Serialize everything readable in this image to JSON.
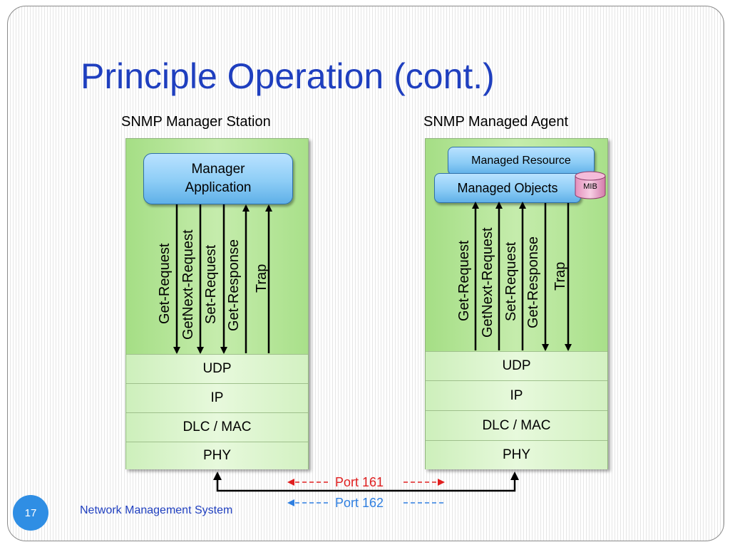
{
  "title": "Principle Operation (cont.)",
  "manager": {
    "label": "SNMP Manager Station",
    "app": [
      "Manager",
      "Application"
    ],
    "messages": [
      "Get-Request",
      "GetNext-Request",
      "Set-Request",
      "Get-Response",
      "Trap"
    ],
    "layers": [
      "UDP",
      "IP",
      "DLC / MAC",
      "PHY"
    ]
  },
  "agent": {
    "label": "SNMP Managed Agent",
    "resource": "Managed Resource",
    "objects": "Managed Objects",
    "mib": "MIB",
    "messages": [
      "Get-Request",
      "GetNext-Request",
      "Set-Request",
      "Get-Response",
      "Trap"
    ],
    "layers": [
      "UDP",
      "IP",
      "DLC / MAC",
      "PHY"
    ]
  },
  "ports": {
    "p161": "Port 161",
    "p162": "Port 162",
    "color161": "#e02020",
    "color162": "#2f7fe0"
  },
  "footer": "Network Management System",
  "page_number": "17"
}
